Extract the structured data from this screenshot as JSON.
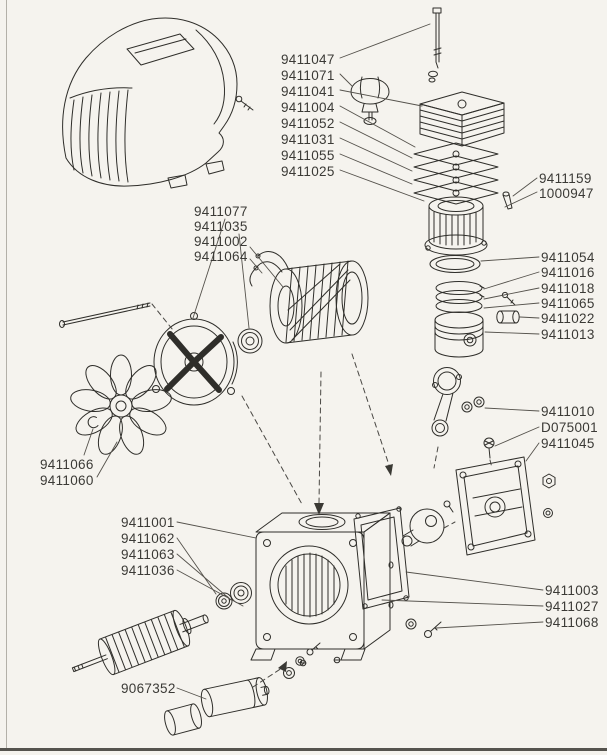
{
  "colors": {
    "paper": "#f5f3ee",
    "ink": "#2f2e2a",
    "label_text": "#3b3a36",
    "scan_edge": "#b3b0a8"
  },
  "diagram": {
    "labels": [
      {
        "text": "9411047"
      },
      {
        "text": "9411071"
      },
      {
        "text": "9411041"
      },
      {
        "text": "9411004"
      },
      {
        "text": "9411052"
      },
      {
        "text": "9411031"
      },
      {
        "text": "9411055"
      },
      {
        "text": "9411025"
      },
      {
        "text": "9411159"
      },
      {
        "text": "1000947"
      },
      {
        "text": "9411077"
      },
      {
        "text": "9411035"
      },
      {
        "text": "9411002"
      },
      {
        "text": "9411064"
      },
      {
        "text": "9411054"
      },
      {
        "text": "9411016"
      },
      {
        "text": "9411018"
      },
      {
        "text": "9411065"
      },
      {
        "text": "9411022"
      },
      {
        "text": "9411013"
      },
      {
        "text": "9411010"
      },
      {
        "text": "D075001"
      },
      {
        "text": "9411045"
      },
      {
        "text": "9411066"
      },
      {
        "text": "9411060"
      },
      {
        "text": "9411001"
      },
      {
        "text": "9411062"
      },
      {
        "text": "9411063"
      },
      {
        "text": "9411036"
      },
      {
        "text": "9411003"
      },
      {
        "text": "9411027"
      },
      {
        "text": "9411068"
      },
      {
        "text": "9067352"
      }
    ]
  }
}
